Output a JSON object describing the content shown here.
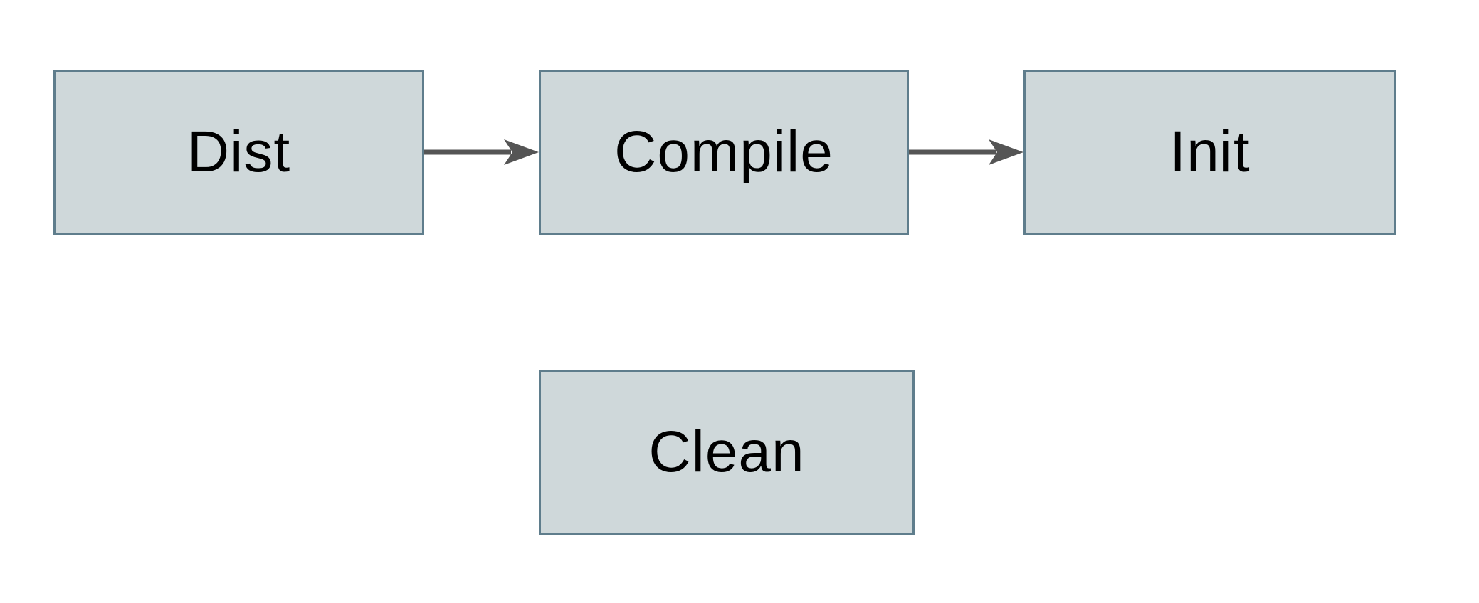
{
  "diagram": {
    "type": "flowchart",
    "nodes": [
      {
        "id": "dist",
        "label": "Dist"
      },
      {
        "id": "compile",
        "label": "Compile"
      },
      {
        "id": "init",
        "label": "Init"
      },
      {
        "id": "clean",
        "label": "Clean"
      }
    ],
    "edges": [
      {
        "from": "dist",
        "to": "compile",
        "style": "solid-arrow"
      },
      {
        "from": "compile",
        "to": "init",
        "style": "solid-arrow"
      }
    ],
    "colors": {
      "background": "#ffffff",
      "node_fill": "#cfd8da",
      "node_border": "#5f7d8c",
      "node_text": "#000000",
      "arrow": "#555555"
    }
  }
}
